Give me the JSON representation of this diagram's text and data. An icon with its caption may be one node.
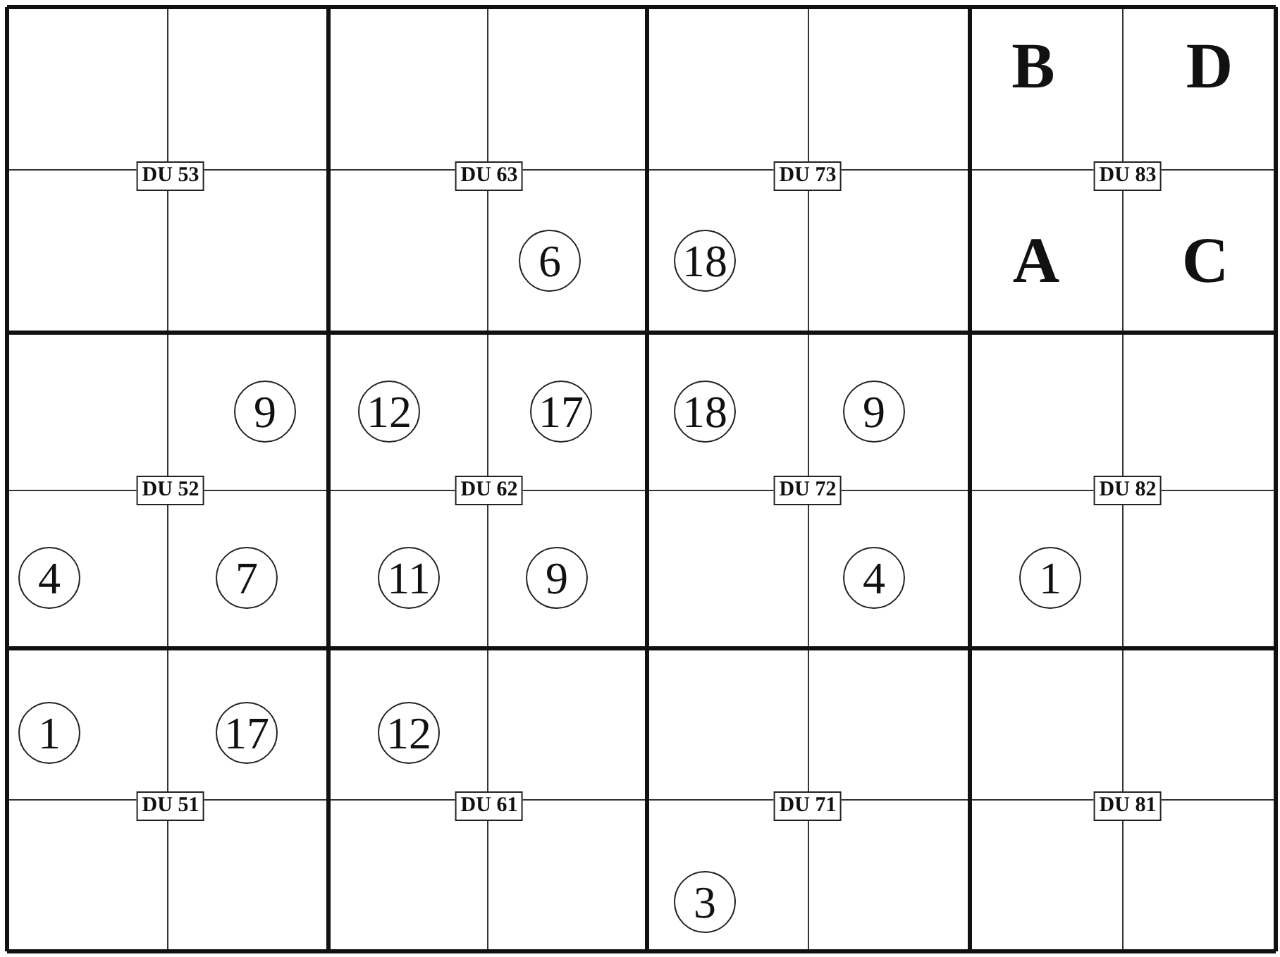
{
  "diagram": {
    "nodes": [
      {
        "text": [
          "DU 53"
        ]
      },
      {
        "text": [
          "DU 63"
        ]
      },
      {
        "text": [
          "DU 73"
        ]
      },
      {
        "text": [
          "DU 83"
        ]
      },
      {
        "text": [
          "6"
        ]
      },
      {
        "text": [
          "18"
        ]
      },
      {
        "text": [
          "9"
        ]
      },
      {
        "text": [
          "12"
        ]
      },
      {
        "text": [
          "17"
        ]
      },
      {
        "text": [
          "18"
        ]
      },
      {
        "text": [
          "9"
        ]
      },
      {
        "text": [
          "DU 52"
        ]
      },
      {
        "text": [
          "DU 62"
        ]
      },
      {
        "text": [
          "DU 72"
        ]
      },
      {
        "text": [
          "DU 82"
        ]
      },
      {
        "text": [
          "4"
        ]
      },
      {
        "text": [
          "7"
        ]
      },
      {
        "text": [
          "11"
        ]
      },
      {
        "text": [
          "9"
        ]
      },
      {
        "text": [
          "4"
        ]
      },
      {
        "text": [
          "1"
        ]
      },
      {
        "text": [
          "1"
        ]
      },
      {
        "text": [
          "17"
        ]
      },
      {
        "text": [
          "12"
        ]
      },
      {
        "text": [
          "DU 51"
        ]
      },
      {
        "text": [
          "DU 61"
        ]
      },
      {
        "text": [
          "DU 71"
        ]
      },
      {
        "text": [
          "DU 81"
        ]
      },
      {
        "text": [
          "3"
        ]
      }
    ],
    "labels": [
      "B",
      "D",
      "A",
      "C"
    ]
  }
}
